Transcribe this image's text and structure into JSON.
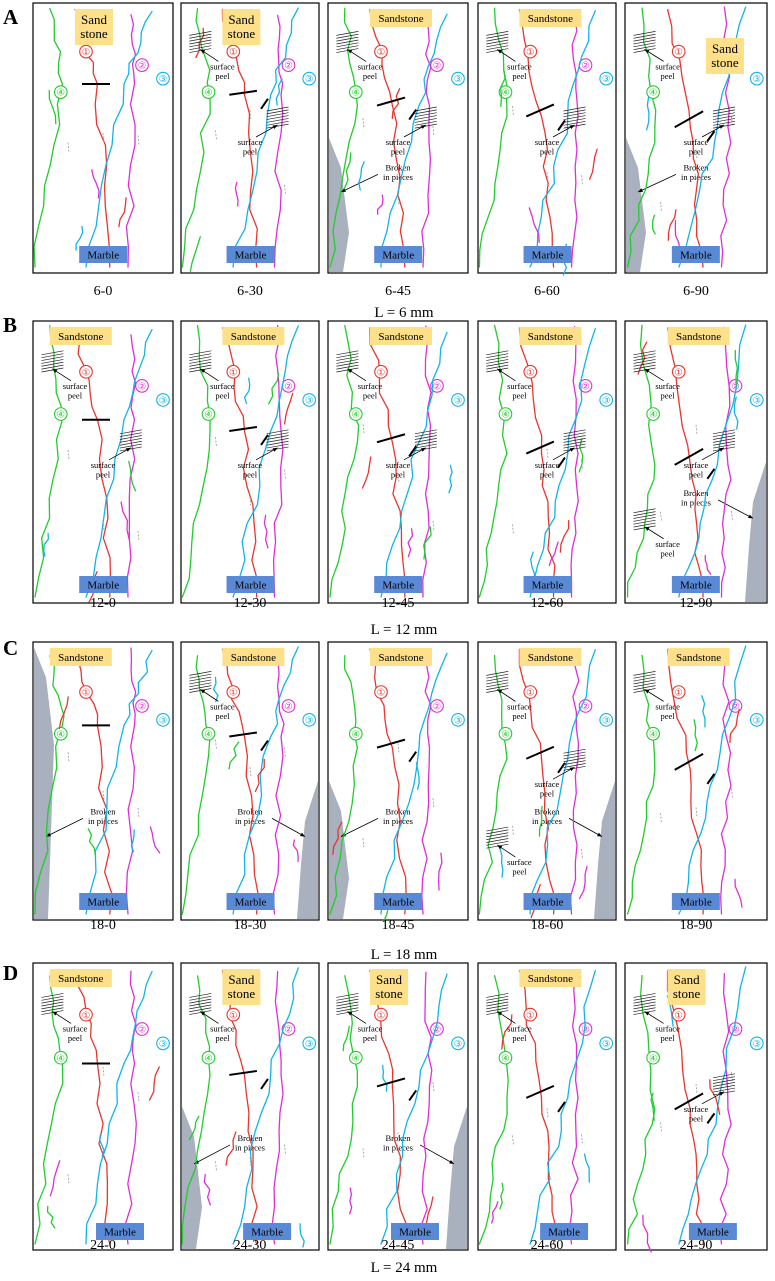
{
  "colors": {
    "crack1": "#e8362f",
    "crack2": "#de2fd6",
    "crack3": "#12b4e6",
    "crack4": "#22cc2e",
    "sandstone_fill": "#fde089",
    "marble_fill": "#5a8ad6",
    "broken_fill": "#a9b1be",
    "frame": "#000000"
  },
  "common": {
    "surface_peel": "surface peel",
    "broken": "Broken in pieces",
    "marble": "Marble",
    "sandstone": "Sandstone",
    "sandstone_split": "Sand stone"
  },
  "rows": [
    {
      "letter": "A",
      "caption": "L = 6 mm",
      "panels": [
        {
          "label": "6-0",
          "sandstone_label": "Sand stone",
          "peels": 0,
          "broken": false
        },
        {
          "label": "6-30",
          "sandstone_label": "Sand stone",
          "peels": 2,
          "broken": false
        },
        {
          "label": "6-45",
          "sandstone_label": "Sandstone",
          "peels": 2,
          "broken": true
        },
        {
          "label": "6-60",
          "sandstone_label": "Sandstone",
          "peels": 2,
          "broken": false
        },
        {
          "label": "6-90",
          "sandstone_label": "Sand stone",
          "peels": 2,
          "broken": true
        }
      ]
    },
    {
      "letter": "B",
      "caption": "L = 12 mm",
      "panels": [
        {
          "label": "12-0",
          "sandstone_label": "Sandstone",
          "peels": 2,
          "broken": false
        },
        {
          "label": "12-30",
          "sandstone_label": "Sandstone",
          "peels": 2,
          "broken": false
        },
        {
          "label": "12-45",
          "sandstone_label": "Sandstone",
          "peels": 2,
          "broken": false
        },
        {
          "label": "12-60",
          "sandstone_label": "Sandstone",
          "peels": 2,
          "broken": false
        },
        {
          "label": "12-90",
          "sandstone_label": "Sandstone",
          "peels": 3,
          "broken": true
        }
      ]
    },
    {
      "letter": "C",
      "caption": "L = 18 mm",
      "panels": [
        {
          "label": "18-0",
          "sandstone_label": "Sandstone",
          "peels": 0,
          "broken": true
        },
        {
          "label": "18-30",
          "sandstone_label": "Sandstone",
          "peels": 1,
          "broken": true
        },
        {
          "label": "18-45",
          "sandstone_label": "Sandstone",
          "peels": 0,
          "broken": true
        },
        {
          "label": "18-60",
          "sandstone_label": "Sandstone",
          "peels": 3,
          "broken": true
        },
        {
          "label": "18-90",
          "sandstone_label": "Sandstone",
          "peels": 1,
          "broken": false
        }
      ]
    },
    {
      "letter": "D",
      "caption": "L = 24 mm",
      "panels": [
        {
          "label": "24-0",
          "sandstone_label": "Sandstone",
          "peels": 1,
          "broken": false
        },
        {
          "label": "24-30",
          "sandstone_label": "Sand stone",
          "peels": 1,
          "broken": true
        },
        {
          "label": "24-45",
          "sandstone_label": "Sand stone",
          "peels": 1,
          "broken": true
        },
        {
          "label": "24-60",
          "sandstone_label": "Sandstone",
          "peels": 1,
          "broken": false
        },
        {
          "label": "24-90",
          "sandstone_label": "Sand stone",
          "peels": 2,
          "broken": false
        }
      ]
    }
  ]
}
